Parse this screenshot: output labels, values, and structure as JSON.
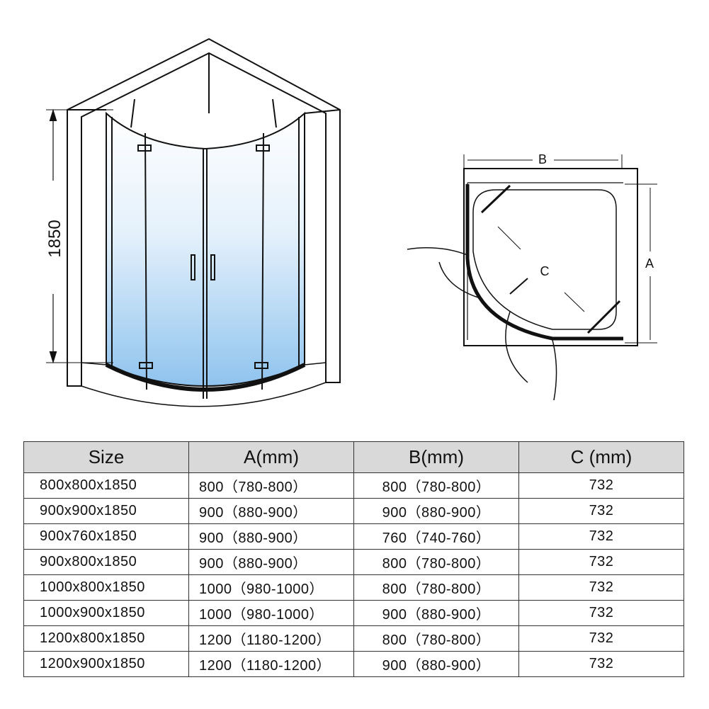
{
  "diagram": {
    "height_label": "1850",
    "plan_labels": {
      "b": "B",
      "a": "A",
      "c": "C"
    }
  },
  "table": {
    "headers": [
      "Size",
      "A(mm)",
      "B(mm)",
      "C (mm)"
    ],
    "rows": [
      [
        "800x800x1850",
        "800（780-800）",
        "800（780-800）",
        "732"
      ],
      [
        "900x900x1850",
        "900（880-900）",
        "900（880-900）",
        "732"
      ],
      [
        "900x760x1850",
        "900（880-900）",
        "760（740-760）",
        "732"
      ],
      [
        "900x800x1850",
        "900（880-900）",
        "800（780-800）",
        "732"
      ],
      [
        "1000x800x1850",
        "1000（980-1000）",
        "800（780-800）",
        "732"
      ],
      [
        "1000x900x1850",
        "1000（980-1000）",
        "900（880-900）",
        "732"
      ],
      [
        "1200x800x1850",
        "1200（1180-1200）",
        "800（780-800）",
        "732"
      ],
      [
        "1200x900x1850",
        "1200（1180-1200）",
        "900（880-900）",
        "732"
      ]
    ]
  }
}
